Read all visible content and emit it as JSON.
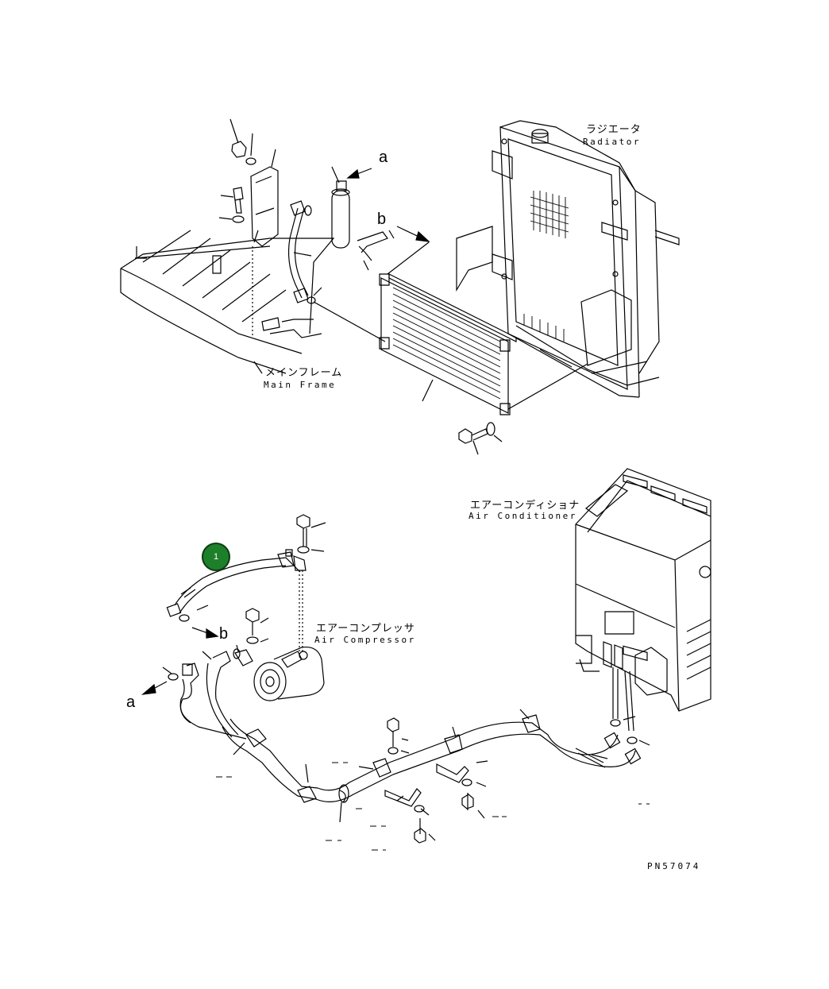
{
  "labels": {
    "radiator_jp": "ラジエータ",
    "radiator_en": "Radiator",
    "main_frame_jp": "メインフレーム",
    "main_frame_en": "Main Frame",
    "air_conditioner_jp": "エアーコンディショナ",
    "air_conditioner_en": "Air Conditioner",
    "air_compressor_jp": "エアーコンプレッサ",
    "air_compressor_en": "Air Compressor",
    "arrow_a": "a",
    "arrow_b": "b",
    "arrow_a2": "a",
    "arrow_b2": "b",
    "drawing_code": "PN57074"
  },
  "callouts": [
    {
      "number": "1",
      "color": "#1e7f2a"
    }
  ]
}
